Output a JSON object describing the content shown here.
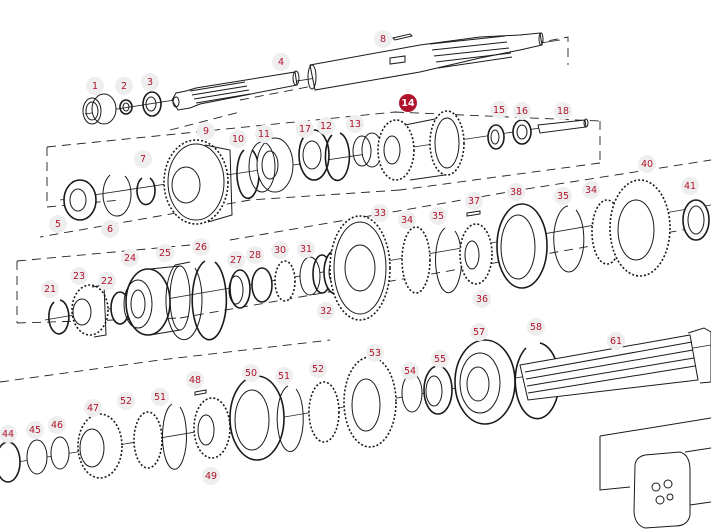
{
  "diagram": {
    "accent_color": "#b0142c",
    "callout_bg": "#eeeeee",
    "highlighted_part": "14",
    "callouts": [
      {
        "id": "1",
        "label": "1"
      },
      {
        "id": "2",
        "label": "2"
      },
      {
        "id": "3",
        "label": "3"
      },
      {
        "id": "4",
        "label": "4"
      },
      {
        "id": "8",
        "label": "8"
      },
      {
        "id": "9",
        "label": "9"
      },
      {
        "id": "10",
        "label": "10"
      },
      {
        "id": "11",
        "label": "11"
      },
      {
        "id": "17",
        "label": "17"
      },
      {
        "id": "12",
        "label": "12"
      },
      {
        "id": "13",
        "label": "13"
      },
      {
        "id": "14",
        "label": "14"
      },
      {
        "id": "15",
        "label": "15"
      },
      {
        "id": "16",
        "label": "16"
      },
      {
        "id": "18",
        "label": "18"
      },
      {
        "id": "7",
        "label": "7"
      },
      {
        "id": "5",
        "label": "5"
      },
      {
        "id": "6",
        "label": "6"
      },
      {
        "id": "40",
        "label": "40"
      },
      {
        "id": "41",
        "label": "41"
      },
      {
        "id": "33",
        "label": "33"
      },
      {
        "id": "34a",
        "label": "34"
      },
      {
        "id": "35a",
        "label": "35"
      },
      {
        "id": "37",
        "label": "37"
      },
      {
        "id": "38",
        "label": "38"
      },
      {
        "id": "35b",
        "label": "35"
      },
      {
        "id": "34b",
        "label": "34"
      },
      {
        "id": "36",
        "label": "36"
      },
      {
        "id": "21",
        "label": "21"
      },
      {
        "id": "23",
        "label": "23"
      },
      {
        "id": "22",
        "label": "22"
      },
      {
        "id": "24",
        "label": "24"
      },
      {
        "id": "25",
        "label": "25"
      },
      {
        "id": "26",
        "label": "26"
      },
      {
        "id": "27",
        "label": "27"
      },
      {
        "id": "28",
        "label": "28"
      },
      {
        "id": "30",
        "label": "30"
      },
      {
        "id": "31",
        "label": "31"
      },
      {
        "id": "32",
        "label": "32"
      },
      {
        "id": "44",
        "label": "44"
      },
      {
        "id": "45",
        "label": "45"
      },
      {
        "id": "46",
        "label": "46"
      },
      {
        "id": "47",
        "label": "47"
      },
      {
        "id": "52a",
        "label": "52"
      },
      {
        "id": "51a",
        "label": "51"
      },
      {
        "id": "48",
        "label": "48"
      },
      {
        "id": "49",
        "label": "49"
      },
      {
        "id": "50",
        "label": "50"
      },
      {
        "id": "51b",
        "label": "51"
      },
      {
        "id": "52b",
        "label": "52"
      },
      {
        "id": "53",
        "label": "53"
      },
      {
        "id": "54",
        "label": "54"
      },
      {
        "id": "55",
        "label": "55"
      },
      {
        "id": "57",
        "label": "57"
      },
      {
        "id": "58",
        "label": "58"
      },
      {
        "id": "61",
        "label": "61"
      }
    ]
  }
}
